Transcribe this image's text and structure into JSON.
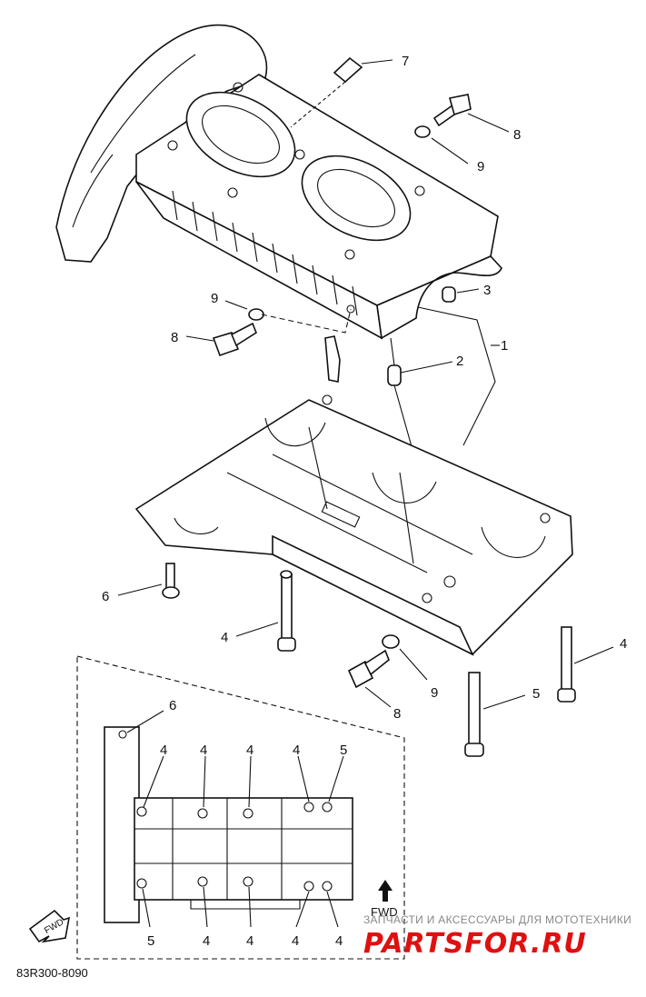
{
  "diagram_code": "83R300-8090",
  "fwd_label": "FWD",
  "callouts": {
    "c7": "7",
    "c8a": "8",
    "c9a": "9",
    "c9b": "9",
    "c8b": "8",
    "c3": "3",
    "c2": "2",
    "c1": "1",
    "c6": "6",
    "c4a": "4",
    "c4b": "4",
    "c9c": "9",
    "c8c": "8",
    "c5": "5"
  },
  "inset_callouts": {
    "top": [
      "6",
      "4",
      "4",
      "4",
      "4",
      "5"
    ],
    "bottom": [
      "5",
      "4",
      "4",
      "4",
      "4"
    ]
  },
  "watermark": {
    "top_text": "ЗАПЧАСТИ И АКСЕССУАРЫ ДЛЯ МОТОТЕХНИКИ",
    "main_text": "PARTSFOR.RU",
    "color": "#e01010"
  }
}
